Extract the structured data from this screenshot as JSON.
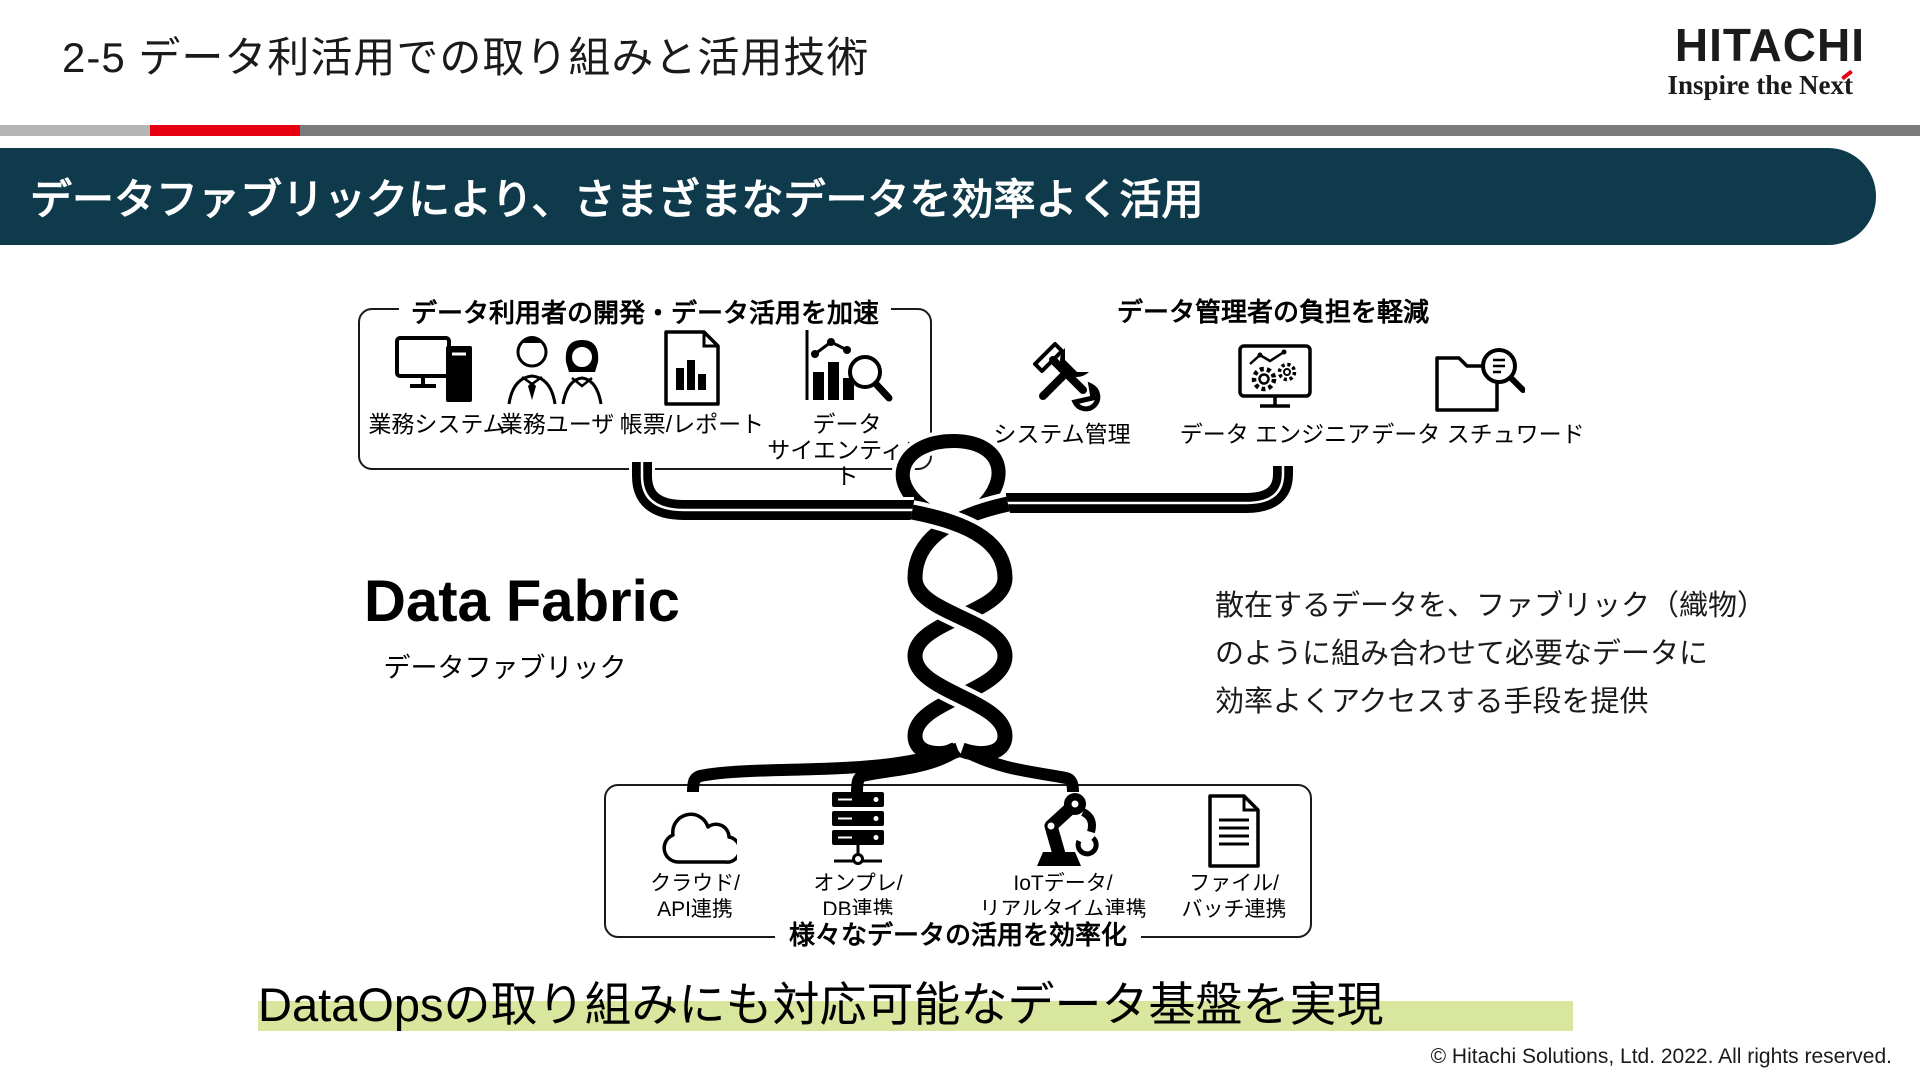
{
  "header": {
    "title": "2-5 データ利活用での取り組みと活用技術",
    "logo": {
      "brand": "HITACHI",
      "tagline": "Inspire the Next"
    }
  },
  "banner": {
    "text": "データファブリックにより、さまざまなデータを効率よく活用"
  },
  "groups": {
    "users": {
      "title": "データ利用者の開発・データ活用を加速",
      "items": [
        {
          "icon": "business-system-icon",
          "label": "業務システム"
        },
        {
          "icon": "business-user-icon",
          "label": "業務ユーザ"
        },
        {
          "icon": "report-icon",
          "label": "帳票/レポート"
        },
        {
          "icon": "data-scientist-icon",
          "label": "データ\nサイエンティスト"
        }
      ]
    },
    "admins": {
      "title": "データ管理者の負担を軽減",
      "items": [
        {
          "icon": "system-admin-tools-icon",
          "label": "システム管理"
        },
        {
          "icon": "data-engineer-icon",
          "label": "データ エンジニア"
        },
        {
          "icon": "data-steward-icon",
          "label": "データ スチュワード"
        }
      ]
    },
    "sources": {
      "caption": "様々なデータの活用を効率化",
      "items": [
        {
          "icon": "cloud-icon",
          "label": "クラウド/\nAPI連携"
        },
        {
          "icon": "server-icon",
          "label": "オンプレ/\nDB連携"
        },
        {
          "icon": "robot-arm-icon",
          "label": "IoTデータ/\nリアルタイム連携"
        },
        {
          "icon": "file-icon",
          "label": "ファイル/\nバッチ連携"
        }
      ]
    }
  },
  "fabric": {
    "title_en": "Data Fabric",
    "title_ja": "データファブリック",
    "description": "散在するデータを、ファブリック（織物）\nのように組み合わせて必要なデータに\n効率よくアクセスする手段を提供"
  },
  "footer": {
    "message": "DataOpsの取り組みにも対応可能なデータ基盤を実現",
    "copyright": "© Hitachi Solutions, Ltd. 2022. All rights reserved."
  },
  "colors": {
    "banner_bg": "#0e3a4c",
    "hitachi_red": "#e60012",
    "divider_light": "#b5b5b5",
    "divider_dark": "#7a7a7a",
    "highlight": "#d9e79e"
  }
}
